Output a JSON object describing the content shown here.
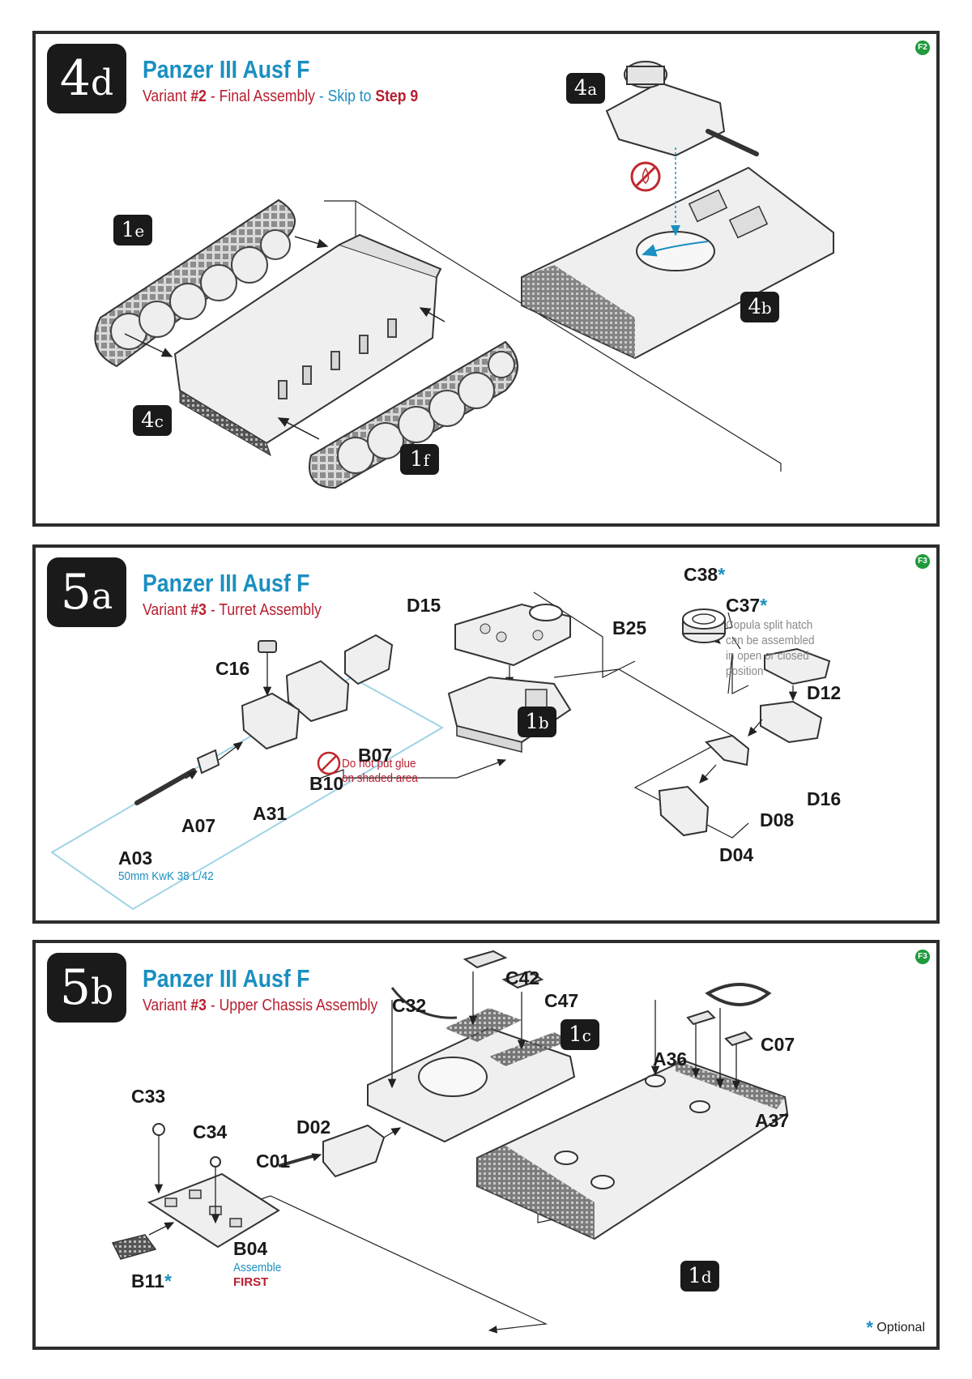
{
  "panels": [
    {
      "step_number": "4",
      "step_letter": "d",
      "title": "Panzer III Ausf F",
      "subtitle": {
        "variant_word": "Variant",
        "variant_num": "#2",
        "sep1": "-",
        "desc": "Final Assembly",
        "sep2": "-",
        "skip": "Skip to",
        "target": "Step 9"
      },
      "page_code": "F2",
      "refs": [
        {
          "num": "4",
          "letter": "a"
        },
        {
          "num": "4",
          "letter": "b"
        },
        {
          "num": "4",
          "letter": "c"
        },
        {
          "num": "1",
          "letter": "e"
        },
        {
          "num": "1",
          "letter": "f"
        }
      ]
    },
    {
      "step_number": "5",
      "step_letter": "a",
      "title": "Panzer III Ausf F",
      "subtitle": {
        "variant_word": "Variant",
        "variant_num": "#3",
        "sep1": "-",
        "desc": "Turret Assembly"
      },
      "page_code": "F3",
      "refs": [
        {
          "num": "1",
          "letter": "b"
        }
      ],
      "parts": [
        "D15",
        "C38",
        "C37",
        "B25",
        "C16",
        "B07",
        "B10",
        "A31",
        "A07",
        "A03",
        "D12",
        "D16",
        "D08",
        "D04"
      ],
      "asterisk": "*",
      "notes": {
        "copula": [
          "Copula split hatch",
          "can be assembled",
          "in open or closed",
          "position"
        ],
        "gun": "50mm KwK 38 L/42",
        "glue": [
          "Do not put glue",
          "on shaded area"
        ]
      }
    },
    {
      "step_number": "5",
      "step_letter": "b",
      "title": "Panzer III Ausf F",
      "subtitle": {
        "variant_word": "Variant",
        "variant_num": "#3",
        "sep1": "-",
        "desc": "Upper Chassis Assembly"
      },
      "page_code": "F3",
      "refs": [
        {
          "num": "1",
          "letter": "c"
        },
        {
          "num": "1",
          "letter": "d"
        }
      ],
      "parts": [
        "C42",
        "C47",
        "C32",
        "C07",
        "A36",
        "A37",
        "C33",
        "C34",
        "D02",
        "C01",
        "B04",
        "B11"
      ],
      "asterisk": "*",
      "notes": {
        "assemble": "Assemble",
        "first": "FIRST"
      },
      "legend": {
        "symbol": "*",
        "text": "Optional"
      }
    }
  ],
  "colors": {
    "title_blue": "#1b8fc0",
    "variant_red": "#b81e2e",
    "badge_black": "#1a1a1a",
    "page_code_green": "#1f9a3c",
    "guide_cyan": "#9fd3e6",
    "arrow_blue": "#1b8fc0"
  }
}
